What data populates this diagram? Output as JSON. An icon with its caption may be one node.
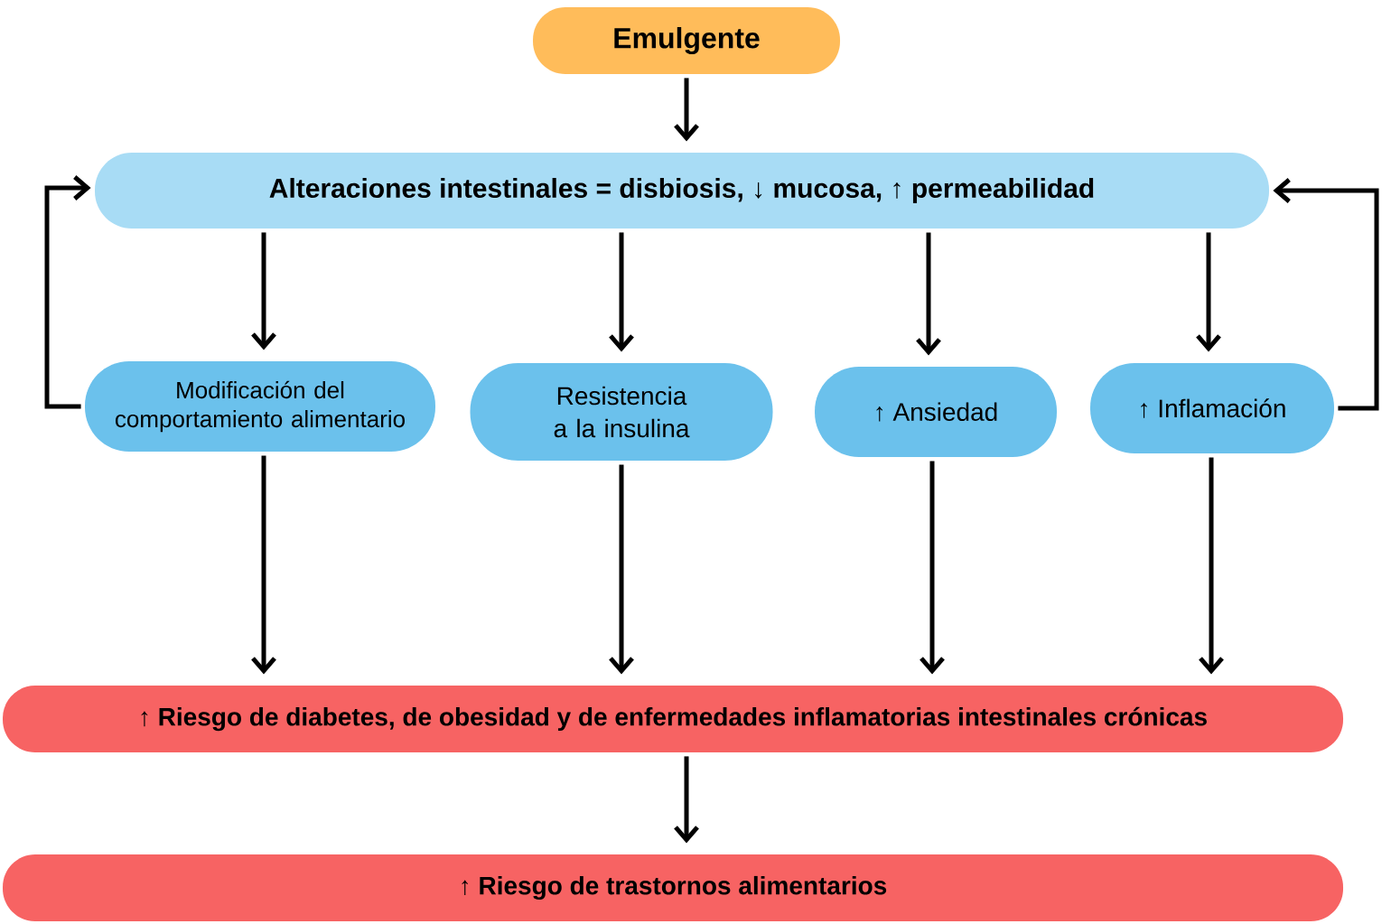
{
  "diagram": {
    "nodes": [
      {
        "text": [
          "Emulgente"
        ]
      },
      {
        "text": [
          "Alteraciones intestinales = disbiosis, ↓ mucosa, ↑ permeabilidad"
        ]
      },
      {
        "text": [
          "Modificación del comportamiento alimentario"
        ]
      },
      {
        "text": [
          "Resistencia a la insulina"
        ]
      },
      {
        "text": [
          "↑ Ansiedad"
        ]
      },
      {
        "text": [
          "↑ Inflamación"
        ]
      },
      {
        "text": [
          "↑ Riesgo de diabetes, de obesidad y de enfermedades inflamatorias intestinales crónicas"
        ]
      },
      {
        "text": [
          "↑ Riesgo de trastornos alimentarios"
        ]
      }
    ],
    "edges": [
      {
        "from": 0,
        "to": 1,
        "arrow": "to"
      },
      {
        "from": 1,
        "to": 2,
        "arrow": "to"
      },
      {
        "from": 1,
        "to": 3,
        "arrow": "to"
      },
      {
        "from": 1,
        "to": 4,
        "arrow": "to"
      },
      {
        "from": 1,
        "to": 5,
        "arrow": "to"
      },
      {
        "from": 2,
        "to": 6,
        "arrow": "to"
      },
      {
        "from": 3,
        "to": 6,
        "arrow": "to"
      },
      {
        "from": 4,
        "to": 6,
        "arrow": "to"
      },
      {
        "from": 5,
        "to": 6,
        "arrow": "to"
      },
      {
        "from": 6,
        "to": 7,
        "arrow": "to"
      },
      {
        "from": 2,
        "to": 1,
        "arrow": "to"
      },
      {
        "from": 5,
        "to": 1,
        "arrow": "to"
      }
    ]
  }
}
